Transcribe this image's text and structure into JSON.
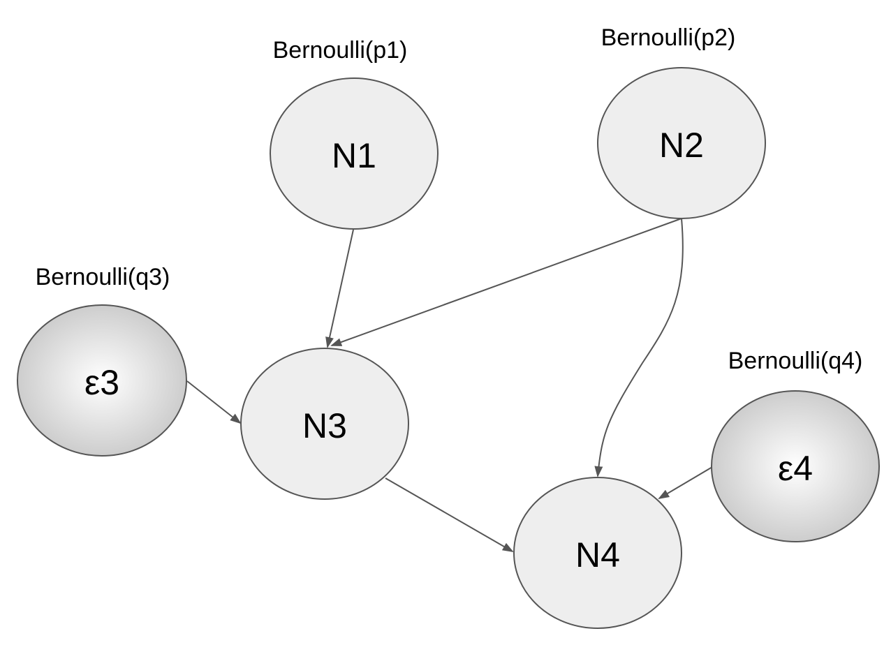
{
  "colors": {
    "node_fill": "#eeeeee",
    "noise_gradient_inner": "#ffffff",
    "noise_gradient_outer": "#c8c8c8",
    "stroke": "#555555",
    "arrow": "#555555"
  },
  "nodes": {
    "n1": {
      "label": "N1",
      "dist": "Bernoulli(p1)"
    },
    "n2": {
      "label": "N2",
      "dist": "Bernoulli(p2)"
    },
    "n3": {
      "label": "N3"
    },
    "n4": {
      "label": "N4"
    },
    "e3": {
      "label": "ε3",
      "dist": "Bernoulli(q3)"
    },
    "e4": {
      "label": "ε4",
      "dist": "Bernoulli(q4)"
    }
  },
  "edges": [
    {
      "from": "n1",
      "to": "n3"
    },
    {
      "from": "n2",
      "to": "n3"
    },
    {
      "from": "n2",
      "to": "n4"
    },
    {
      "from": "e3",
      "to": "n3"
    },
    {
      "from": "n3",
      "to": "n4"
    },
    {
      "from": "e4",
      "to": "n4"
    }
  ]
}
